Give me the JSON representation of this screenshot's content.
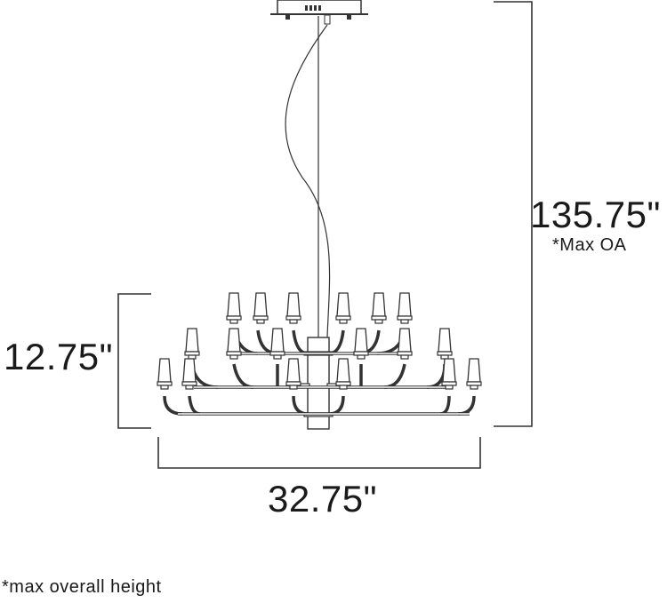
{
  "diagram": {
    "type": "dimension-drawing",
    "subject": "chandelier",
    "dimensions": {
      "overall_height": "135.75\"",
      "overall_height_note": "*Max OA",
      "body_height": "12.75\"",
      "width": "32.75\""
    },
    "footnote": "*max overall height",
    "colors": {
      "line": "#333333",
      "text": "#1a1a1a",
      "background": "#ffffff"
    }
  }
}
